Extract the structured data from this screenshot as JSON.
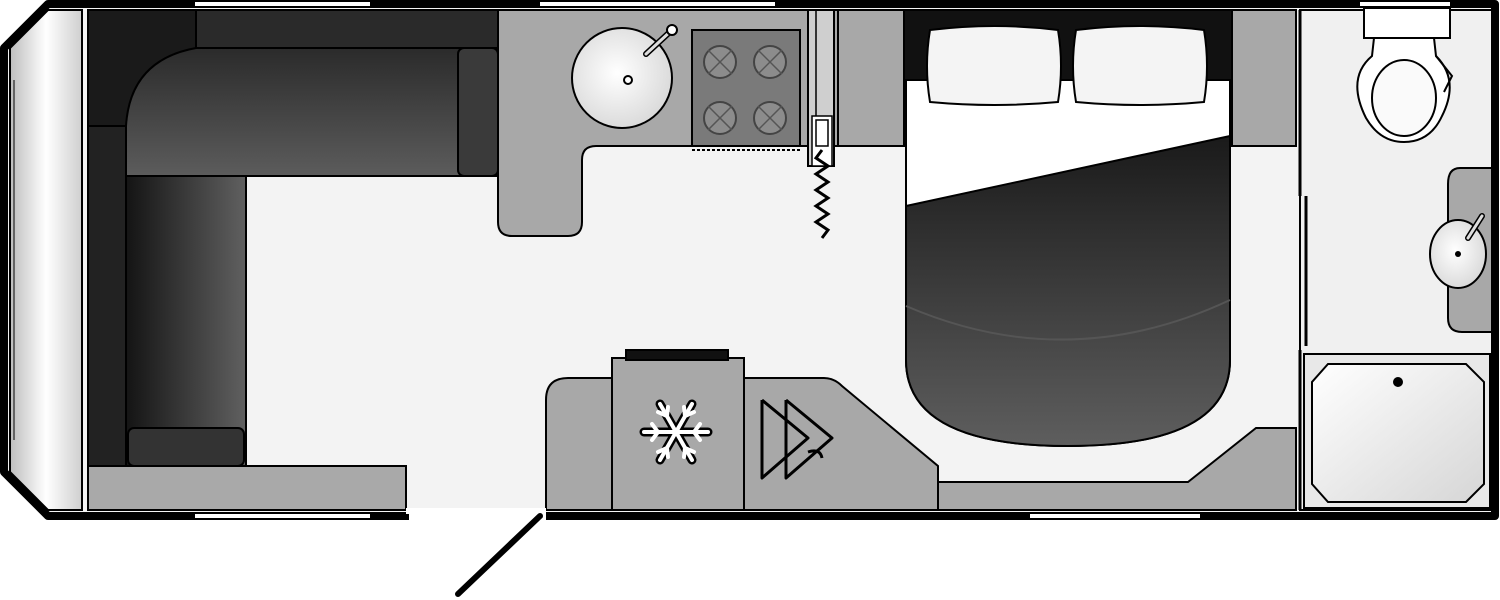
{
  "diagram": {
    "type": "caravan-floorplan",
    "view": "top-down",
    "style": "grayscale",
    "rooms": [
      {
        "id": "front-lounge",
        "features": [
          "l-shaped-sofa",
          "side-sofa",
          "front-chest"
        ]
      },
      {
        "id": "kitchen",
        "features": [
          "round-sink",
          "four-burner-hob",
          "counter"
        ]
      },
      {
        "id": "bedroom",
        "features": [
          "island-double-bed",
          "two-pillows",
          "wardrobe",
          "fridge"
        ]
      },
      {
        "id": "washroom",
        "features": [
          "toilet",
          "basin",
          "shower-tray"
        ]
      }
    ],
    "door": {
      "side": "bottom",
      "state": "open"
    },
    "icons": [
      "snowflake-icon",
      "hanger-icon"
    ],
    "colors": {
      "outline": "#000000",
      "floor": "#f2f2f2",
      "counter": "#a8a8a8",
      "upholstery_dark": "#1e1e1e",
      "upholstery_light": "#5a5a5a",
      "linen": "#ffffff"
    }
  }
}
